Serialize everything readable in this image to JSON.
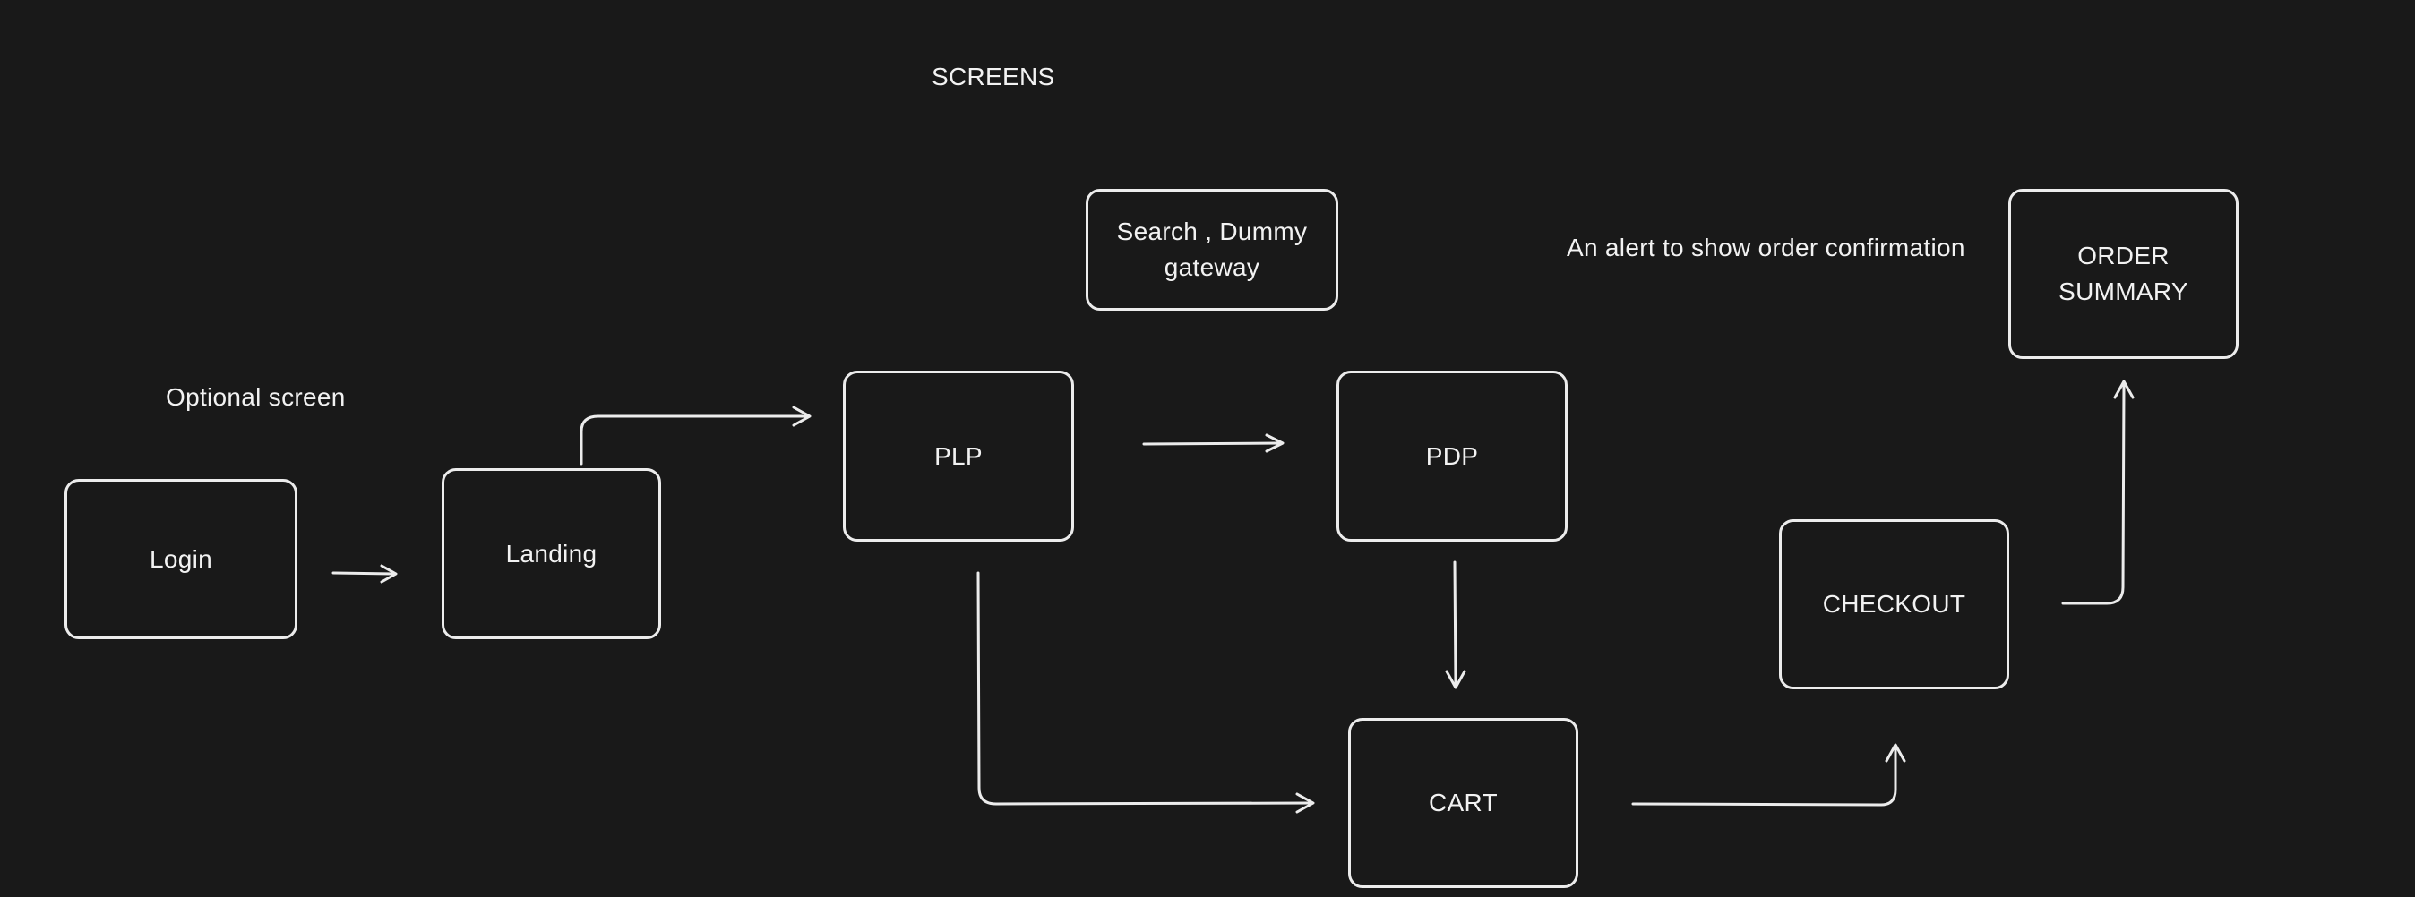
{
  "diagram": {
    "title": "SCREENS",
    "annotations": {
      "optional": "Optional screen",
      "order_alert": "An  alert to show order confirmation"
    },
    "nodes": {
      "login": "Login",
      "landing": "Landing",
      "plp": "PLP",
      "search": "Search , Dummy\ngateway",
      "pdp": "PDP",
      "cart": "CART",
      "checkout": "CHECKOUT",
      "order_summary": "ORDER\nSUMMARY"
    },
    "edges": [
      {
        "from": "login",
        "to": "landing"
      },
      {
        "from": "landing",
        "to": "plp"
      },
      {
        "from": "plp",
        "to": "pdp"
      },
      {
        "from": "plp",
        "to": "cart"
      },
      {
        "from": "pdp",
        "to": "cart"
      },
      {
        "from": "cart",
        "to": "checkout"
      },
      {
        "from": "checkout",
        "to": "order_summary"
      }
    ],
    "colors": {
      "background": "#191919",
      "stroke": "#ececec",
      "text": "#f2f2f2"
    }
  }
}
